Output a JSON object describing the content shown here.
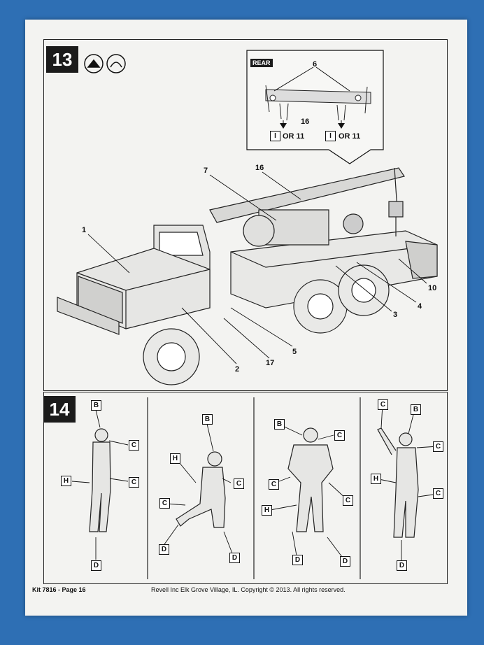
{
  "page": {
    "footer_left": "Kit 7816 - Page 16",
    "footer_center": "Revell Inc Elk Grove Village, IL. Copyright © 2013.  All rights reserved."
  },
  "step13": {
    "number": "13",
    "icons": [
      "glue-icon",
      "optional-icon"
    ],
    "inset": {
      "title": "REAR",
      "part_top": "6",
      "part_mid": "16",
      "choice_left_box": "I",
      "choice_left_text": "OR 11",
      "choice_right_box": "I",
      "choice_right_text": "OR 11"
    },
    "callouts": {
      "c16": "16",
      "c7": "7",
      "c1": "1",
      "c10": "10",
      "c4": "4",
      "c3": "3",
      "c5": "5",
      "c17": "17",
      "c2": "2"
    }
  },
  "step14": {
    "number": "14",
    "figures": [
      {
        "labels": [
          "B",
          "C",
          "H",
          "C",
          "D"
        ]
      },
      {
        "labels": [
          "B",
          "H",
          "C",
          "C",
          "D",
          "D"
        ]
      },
      {
        "labels": [
          "B",
          "C",
          "C",
          "C",
          "H",
          "D",
          "D"
        ]
      },
      {
        "labels": [
          "C",
          "B",
          "C",
          "H",
          "C",
          "D"
        ]
      }
    ]
  }
}
